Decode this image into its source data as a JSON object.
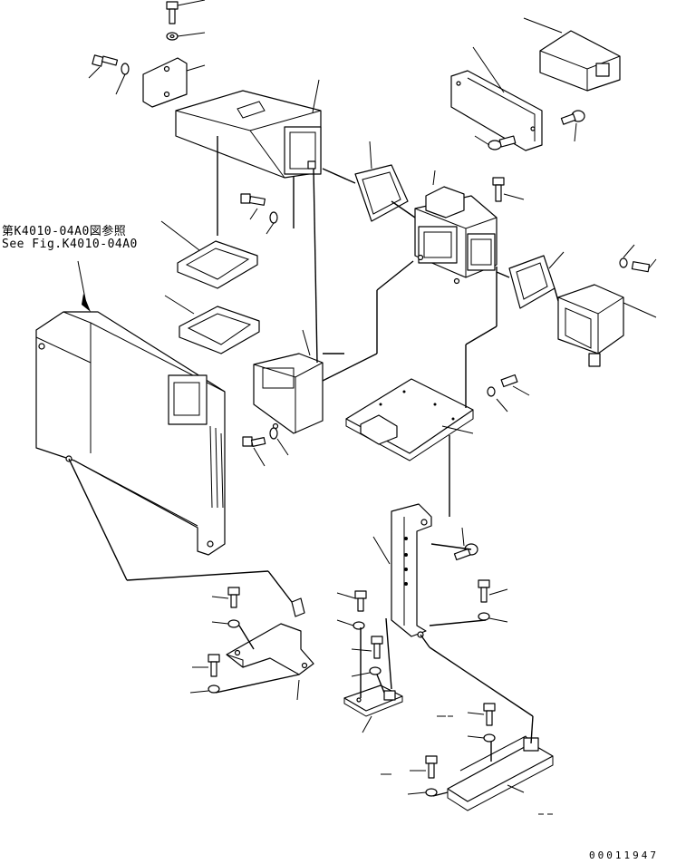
{
  "labels": {
    "reference_jp": "第K4010-04A0図参照",
    "reference_en": "See Fig.K4010-04A0",
    "illustration_number": "00011947"
  },
  "colors": {
    "line": "#000000",
    "background": "#ffffff"
  }
}
